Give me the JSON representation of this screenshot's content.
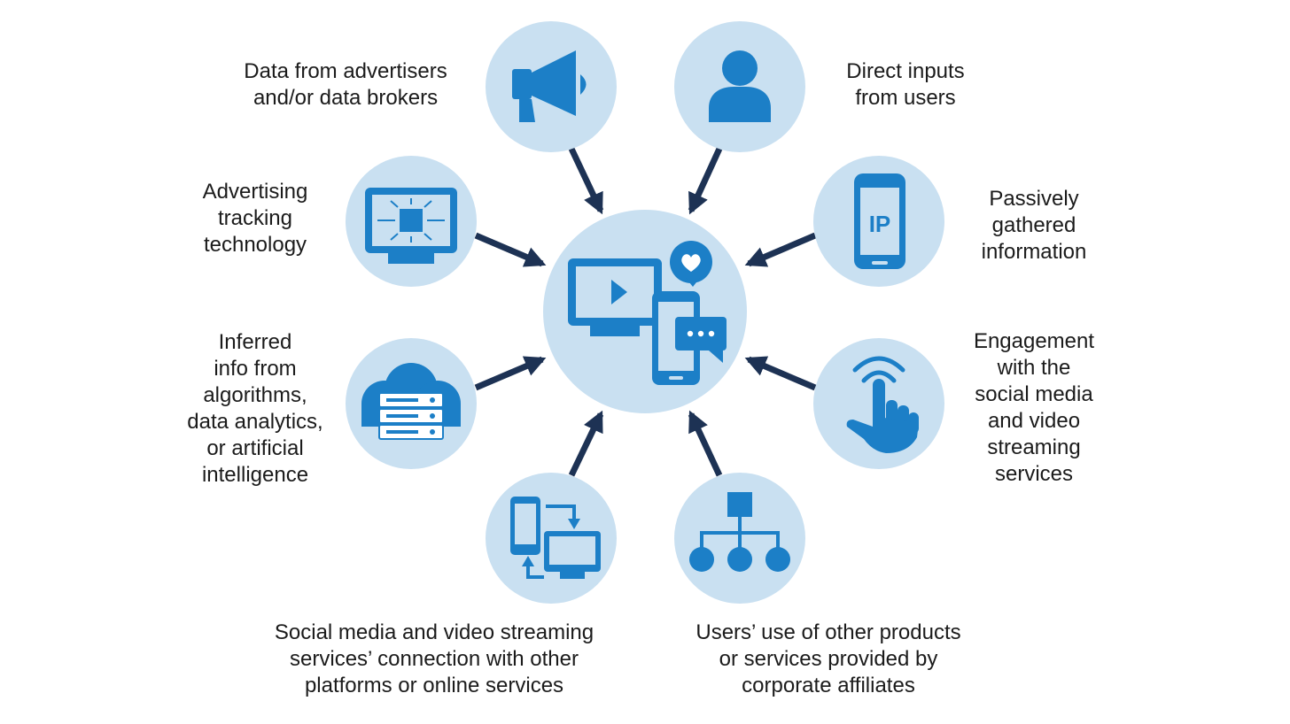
{
  "colors": {
    "circle_fill": "#c9e0f1",
    "icon_blue": "#1c7fc7",
    "arrow": "#1d3254",
    "text": "#1b1b1b"
  },
  "hub": {
    "icon": "devices-media-icon"
  },
  "sources": {
    "advertisers": {
      "label": "Data from advertisers\nand/or data brokers",
      "icon": "megaphone-icon"
    },
    "users": {
      "label": "Direct inputs\nfrom users",
      "icon": "user-icon"
    },
    "tracking": {
      "label": "Advertising\ntracking\ntechnology",
      "icon": "tracking-monitor-icon"
    },
    "passive": {
      "label": "Passively\ngathered\ninformation",
      "icon": "ip-phone-icon"
    },
    "inferred": {
      "label": "Inferred\ninfo from\nalgorithms,\ndata analytics,\nor artificial\nintelligence",
      "icon": "cloud-server-icon"
    },
    "engagement": {
      "label": "Engagement\nwith the\nsocial media\nand video\nstreaming\nservices",
      "icon": "touch-hand-icon"
    },
    "connections": {
      "label": "Social media and video streaming\nservices’ connection with other\nplatforms or online services",
      "icon": "device-sync-icon"
    },
    "affiliates": {
      "label": "Users’ use of other products\nor services provided by\ncorporate affiliates",
      "icon": "org-chart-icon"
    }
  }
}
